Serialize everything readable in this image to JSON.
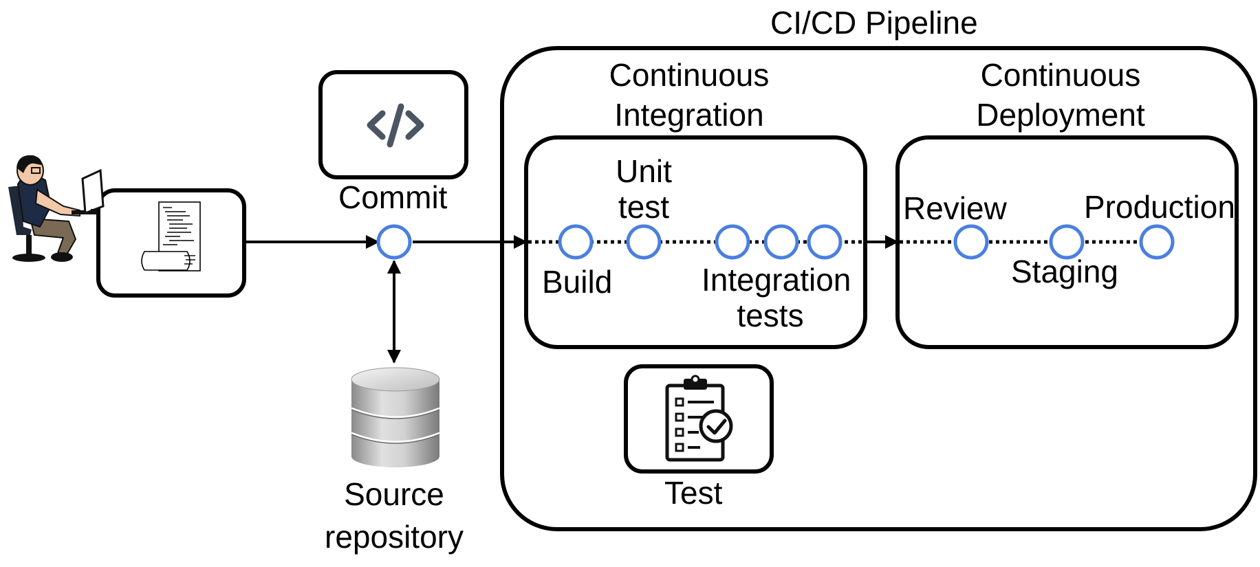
{
  "pipeline": {
    "title": "CI/CD Pipeline",
    "ci": {
      "title_line1": "Continuous",
      "title_line2": "Integration",
      "build": "Build",
      "unit_line1": "Unit",
      "unit_line2": "test",
      "integration_line1": "Integration",
      "integration_line2": "tests"
    },
    "cd": {
      "title_line1": "Continuous",
      "title_line2": "Deployment",
      "review": "Review",
      "staging": "Staging",
      "production": "Production"
    },
    "test": "Test"
  },
  "commit": "Commit",
  "repository": {
    "line1": "Source",
    "line2": "repository"
  },
  "colors": {
    "stage_circle": "#4a7fe0",
    "stroke": "#000000",
    "code_icon": "#4b5563"
  },
  "icons": [
    "developer-icon",
    "code-document-icon",
    "code-brackets-icon",
    "database-icon",
    "checklist-icon"
  ]
}
